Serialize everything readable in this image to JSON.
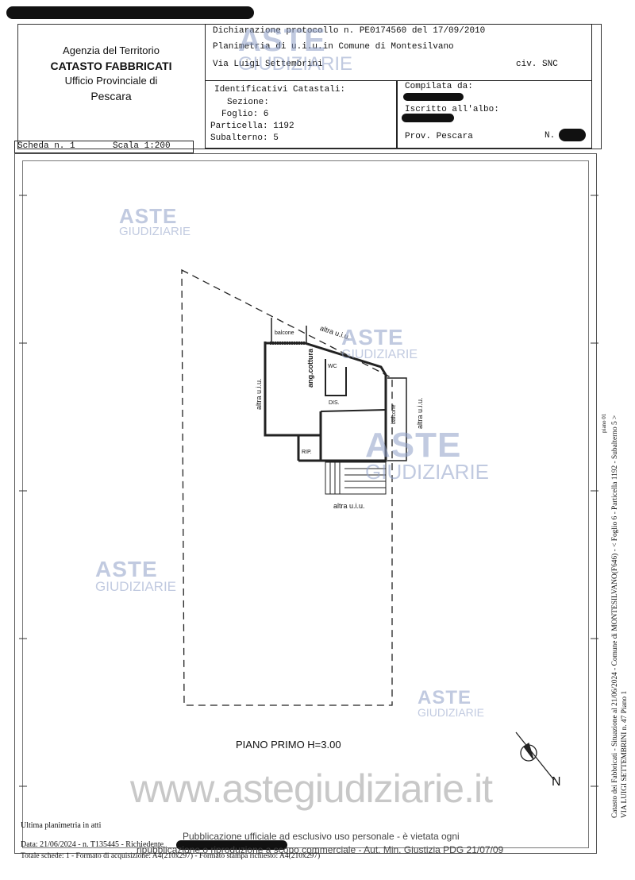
{
  "agency": {
    "line1": "Agenzia del Territorio",
    "line2": "CATASTO FABBRICATI",
    "line3": "Ufficio Provinciale di",
    "line4": "Pescara"
  },
  "declaration": {
    "protocol": "Dichiarazione protocollo n. PE0174560 del 17/09/2010",
    "planimetry": "Planimetria di u.i.u.in Comune di Montesilvano",
    "address": "Via Luigi Settembrini",
    "civ": "civ. SNC"
  },
  "identifiers": {
    "heading": "Identificativi Catastali:",
    "sezione": "Sezione:",
    "foglio": "Foglio: 6",
    "particella": "Particella: 1192",
    "subalterno": "Subalterno: 5"
  },
  "compiler": {
    "compilata": "Compilata da:",
    "iscritto": "Iscritto all'albo:",
    "prov": "Prov. Pescara",
    "n": "N."
  },
  "scheda": {
    "number": "Scheda n. 1",
    "scale": "Scala 1:200"
  },
  "plan": {
    "balcone_top": "balcone",
    "altra_top": "altra u.i.u.",
    "ang_cottura": "ang.cottura",
    "wc": "WC",
    "dis": "DIS.",
    "rip": "RIP.",
    "altra_left": "altra u.i.u.",
    "balcone_right": "balcone",
    "altra_right": "altra u.i.u.",
    "altra_bottom": "altra u.i.u.",
    "floor_label": "PIANO PRIMO H=3.00",
    "north": "N"
  },
  "side_text": {
    "line1": "Catasto dei Fabbricati - Situazione al 21/06/2024 - Comune di MONTESILVANO(F646) - < Foglio 6 - Particella 1192 - Subalterno 5 >",
    "line2": "VIA LUIGI SETTEMBRINI n. 47 Piano 1",
    "small": "piano 01"
  },
  "footer": {
    "last_plan": "Ultima planimetria in atti",
    "date_line": "Data: 21/06/2024 - n. T135445 - Richiedente",
    "totals": "Totale schede: 1 - Formato di acquisizione: A4(210x297) - Formato stampa richiesto: A4(210x297)"
  },
  "watermark": {
    "aste": "ASTE",
    "giudiziarie": "GIUDIZIARIE",
    "website": "www.astegiudiziarie.it",
    "notice_line1": "Pubblicazione ufficiale ad esclusivo uso personale - è vietata ogni",
    "notice_line2": "ripubblicazione o riproduzione a scopo commerciale - Aut. Min. Giustizia PDG 21/07/09"
  }
}
